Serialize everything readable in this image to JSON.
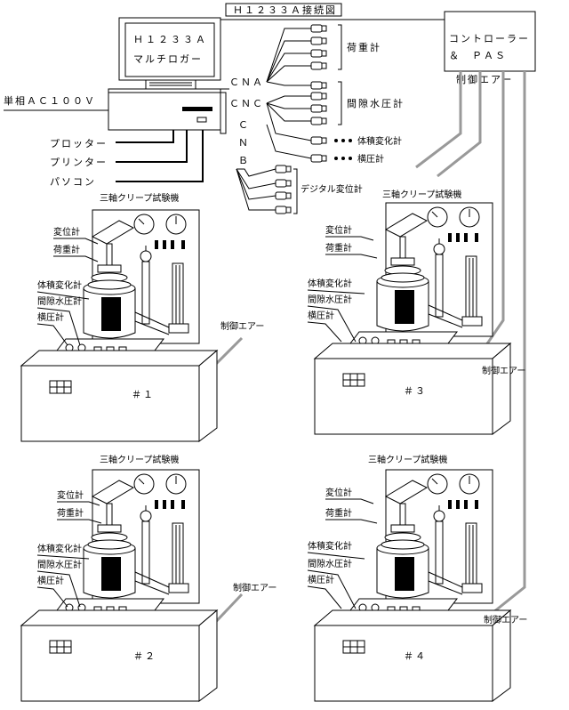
{
  "title": "Ｈ１２３３Ａ接続図",
  "logger": {
    "line1": "Ｈ１２３３Ａ",
    "line2": "マルチロガー"
  },
  "controller": {
    "line1": "コントローラー",
    "line2": "＆　ＰＡＳ"
  },
  "power": "単相ＡＣ１００Ｖ",
  "peripherals": [
    "プロッター",
    "プリンター",
    "パソコン"
  ],
  "channels": {
    "cna": "ＣＮＡ",
    "cnc": "ＣＮＣ",
    "c": "Ｃ",
    "n": "Ｎ",
    "b": "Ｂ"
  },
  "sensor_groups": {
    "load": "荷重計",
    "pore": "間隙水圧計",
    "volume": "体積変化計",
    "lateral": "横圧計",
    "digital": "デジタル変位計"
  },
  "air_label": "制御エアー",
  "machines": [
    {
      "title": "三軸クリープ試験機",
      "number": "＃１",
      "air": "制御エアー"
    },
    {
      "title": "三軸クリープ試験機",
      "number": "＃３",
      "air": "制御エアー"
    },
    {
      "title": "三軸クリープ試験機",
      "number": "＃２",
      "air": "制御エアー"
    },
    {
      "title": "三軸クリープ試験機",
      "number": "＃４",
      "air": "制御エアー"
    }
  ],
  "machine_sensors": [
    "変位計",
    "荷重計",
    "体積変化計",
    "間隙水圧計",
    "横圧計"
  ]
}
